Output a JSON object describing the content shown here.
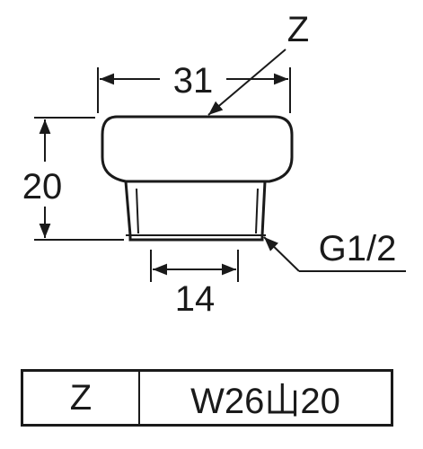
{
  "diagram": {
    "part_label": "Z",
    "dimensions": {
      "width": "31",
      "height": "20",
      "inner_width": "14"
    },
    "thread_label": "G1/2"
  },
  "spec_table": {
    "code": "Z",
    "value": "W26山20"
  },
  "colors": {
    "line": "#1a1a1a",
    "background": "#ffffff"
  }
}
